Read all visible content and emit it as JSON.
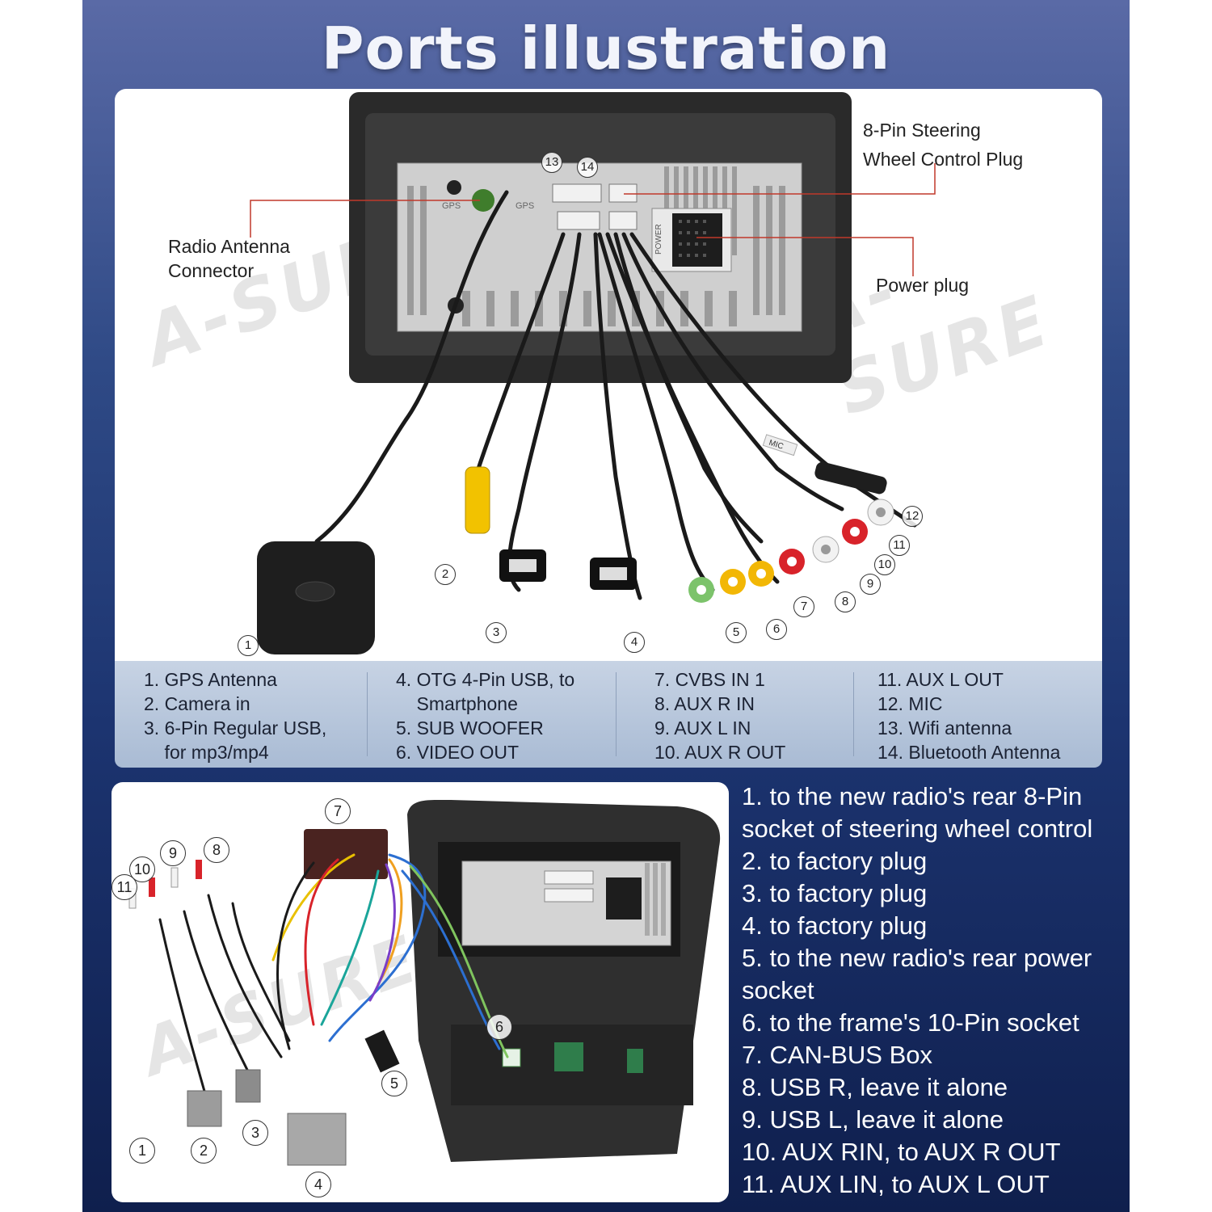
{
  "title": "Ports illustration",
  "brand": "A-SURE",
  "callouts": {
    "steering_line1": "8-Pin Steering",
    "steering_line2": "Wheel Control Plug",
    "antenna_line1": "Radio Antenna",
    "antenna_line2": "Connector",
    "power": "Power plug",
    "gps_left": "GPS",
    "gps_right": "GPS",
    "power_socket": "POWER",
    "mic_tag": "MIC"
  },
  "top_numbers": [
    "1",
    "2",
    "3",
    "4",
    "5",
    "6",
    "7",
    "8",
    "9",
    "10",
    "11",
    "12",
    "13",
    "14"
  ],
  "legend": {
    "col1": [
      "1. GPS Antenna",
      "2. Camera in",
      "3. 6-Pin Regular USB,",
      "    for mp3/mp4"
    ],
    "col2": [
      "4. OTG 4-Pin USB, to",
      "    Smartphone",
      "5. SUB WOOFER",
      "6. VIDEO OUT"
    ],
    "col3": [
      "7. CVBS IN 1",
      "8. AUX R IN",
      "9. AUX L IN",
      "10. AUX R OUT"
    ],
    "col4": [
      "11. AUX L OUT",
      "12. MIC",
      "13. Wifi antenna",
      "14. Bluetooth Antenna"
    ]
  },
  "bottom_numbers": [
    "1",
    "2",
    "3",
    "4",
    "5",
    "6",
    "7",
    "8",
    "9",
    "10",
    "11"
  ],
  "instructions": [
    "1. to the new radio's rear 8-Pin",
    "socket of steering wheel control",
    "2. to factory plug",
    "3. to factory plug",
    "4. to factory plug",
    "5. to the new radio's rear power",
    "socket",
    "6. to the frame's 10-Pin socket",
    "7. CAN-BUS Box",
    "8. USB R, leave it alone",
    "9. USB L, leave it alone",
    "10. AUX RIN, to AUX R OUT",
    "11. AUX LIN, to AUX L OUT"
  ],
  "colors": {
    "background_top": "#5a6aa6",
    "background_bottom": "#0f1f4d",
    "callout_line": "#c0392b",
    "rca_red": "#d8232a",
    "rca_white": "#f2f2f2",
    "rca_yellow": "#f2b705",
    "rca_green": "#7cc36b"
  }
}
